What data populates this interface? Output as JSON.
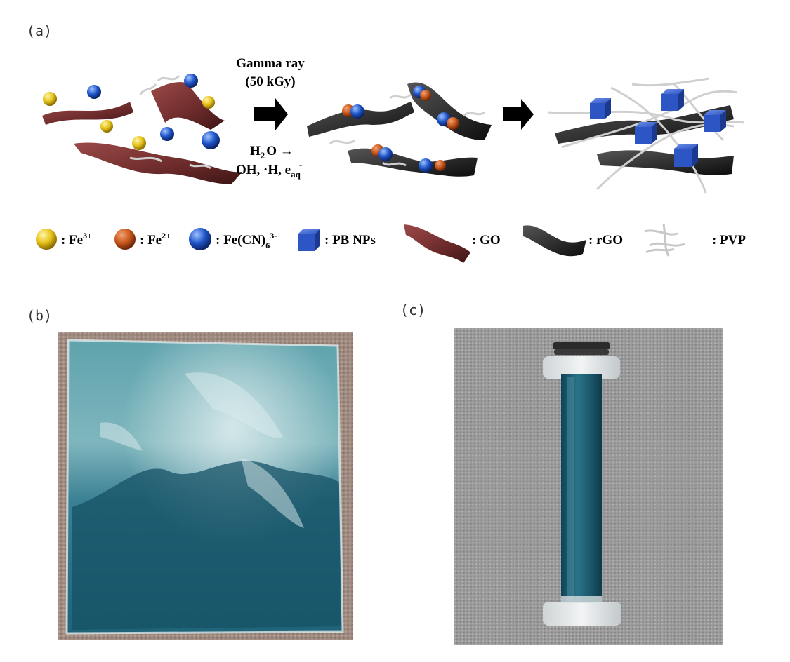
{
  "panels": {
    "a": "(a)",
    "b": "(b)",
    "c": "(c)"
  },
  "process": {
    "gamma_line1": "Gamma ray",
    "gamma_line2": "(50 kGy)",
    "h2o": "H",
    "h2o_sub": "2",
    "h2o_rest": "O →",
    "radicals": "OH, ·H, e",
    "radicals_sub": "aq",
    "radicals_sup": "-"
  },
  "legend": {
    "fe3_label": ": Fe",
    "fe3_sup": "3+",
    "fe2_label": ": Fe",
    "fe2_sup": "2+",
    "fecn_label": ": Fe(CN)",
    "fecn_sub": "6",
    "fecn_sup": "3-",
    "pb_label": ": PB NPs",
    "go_label": ": GO",
    "rgo_label": ": rGO",
    "pvp_label": ": PVP"
  },
  "colors": {
    "fe3": "#e6c21a",
    "fe2": "#c8581c",
    "fecn": "#1f55c9",
    "pb": "#2d56c4",
    "go": "#6b2a2a",
    "rgo": "#2a2a2a",
    "pvp": "#d8d8d8",
    "carpet": "#a08a80",
    "gel": "#1f6d82"
  }
}
